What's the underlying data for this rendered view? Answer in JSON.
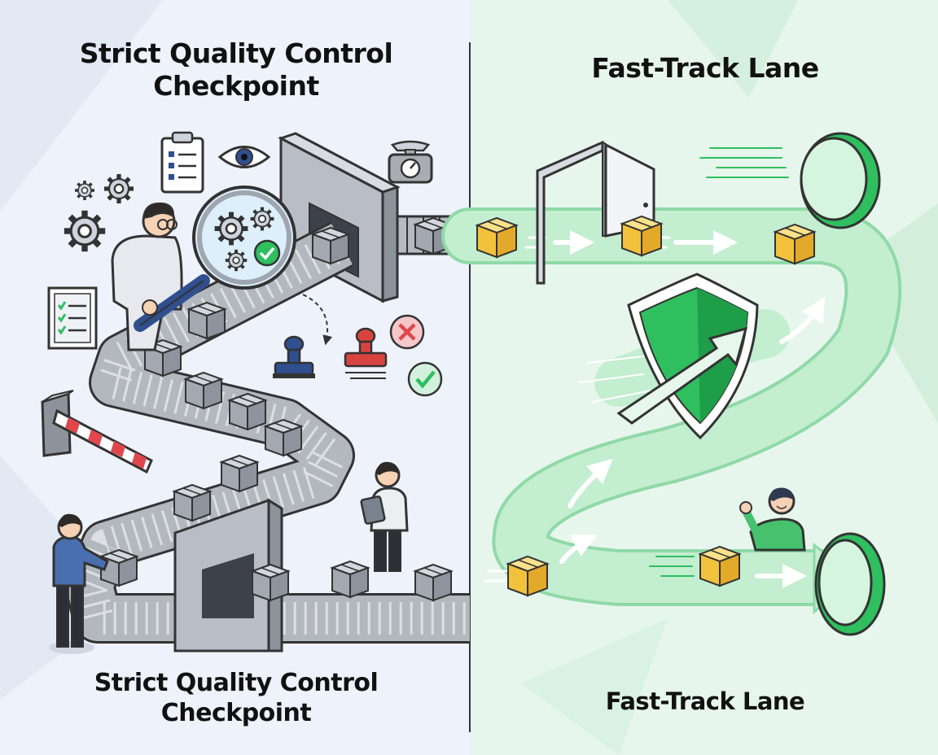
{
  "left_panel": {
    "title_top": [
      "Strict Quality Control",
      "Checkpoint"
    ],
    "title_bottom": [
      "Strict Quality Control",
      "Checkpoint"
    ]
  },
  "right_panel": {
    "title_top": "Fast-Track Lane",
    "title_bottom": "Fast-Track Lane"
  },
  "colors": {
    "left_background": "#eef2fa",
    "right_background": "#e7f6ec",
    "conveyor_gray": "#a9adb3",
    "track_green": "#bfeccd",
    "accent_green": "#2fbf5f",
    "package_yellow": "#f2c43d",
    "package_gray": "#9ca2aa",
    "reject_red": "#e0474c",
    "stamp_blue": "#2f4f8f"
  },
  "icons": [
    "gear-icon",
    "clipboard-icon",
    "eye-icon",
    "scale-icon",
    "magnifier-icon",
    "checkmark-icon",
    "reject-x-icon",
    "stamp-icon",
    "barrier-gate-icon",
    "shield-arrow-icon",
    "door-frame-icon",
    "portal-ring-icon"
  ]
}
